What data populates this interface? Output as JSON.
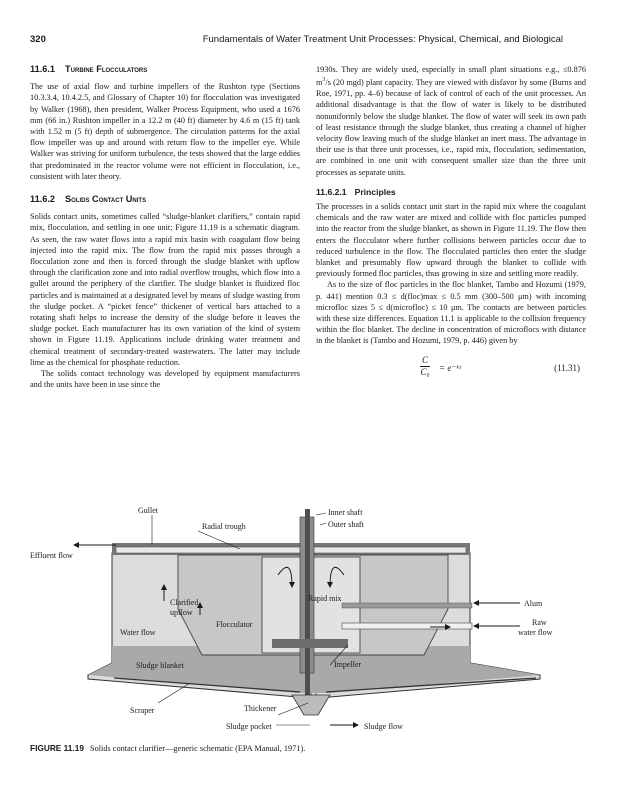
{
  "header": {
    "page_number": "320",
    "running_title": "Fundamentals of Water Treatment Unit Processes: Physical, Chemical, and Biological"
  },
  "section_turbine": {
    "number": "11.6.1",
    "title": "Turbine Flocculators",
    "para1": "The use of axial flow and turbine impellers of the Rushton type (Sections 10.3.3.4, 10.4.2.5, and Glossary of Chapter 10) for flocculation was investigated by Walker (1968), then president, Walker Process Equipment, who used a 1676 mm (66 in.) Rushton impeller in a 12.2 m (40 ft) diameter by 4.6 m (15 ft) tank with 1.52 m (5 ft) depth of submergence. The circulation patterns for the axial flow impeller was up and around with return flow to the impeller eye. While Walker was striving for uniform turbulence, the tests showed that the large eddies that predominated in the reactor volume were not efficient in flocculation, i.e., consistent with later theory."
  },
  "section_solids": {
    "number": "11.6.2",
    "title": "Solids Contact Units",
    "para1": "Solids contact units, sometimes called “sludge-blanket clarifiers,” contain rapid mix, flocculation, and settling in one unit; Figure 11.19 is a schematic diagram. As seen, the raw water flows into a rapid mix basin with coagulant flow being injected into the rapid mix. The flow from the rapid mix passes through a flocculation zone and then is forced through the sludge blanket with upflow through the clarification zone and into radial overflow troughs, which flow into a gullet around the periphery of the clarifier. The sludge blanket is fluidized floc particles and is maintained at a designated level by means of sludge wasting from the sludge pocket. A “picket fence” thickener of vertical bars attached to a rotating shaft helps to increase the density of the sludge before it leaves the sludge pocket. Each manufacturer has its own variation of the kind of system shown in Figure 11.19. Applications include drinking water treatment and chemical treatment of secondary-treated wastewaters. The latter may include lime as the chemical for phosphate reduction.",
    "para2": "The solids contact technology was developed by equipment manufacturers and the units have been in use since the"
  },
  "right_column": {
    "para_cont_pre": "1930s. They are widely used, especially in small plant situations e.g., ≤0.876 m",
    "para_cont_sup": "3",
    "para_cont_post": "/s (20 mgd) plant capacity. They are viewed with disfavor by some (Burns and Roe, 1971, pp. 4–6) because of lack of control of each of the unit processes. An additional disadvantage is that the flow of water is likely to be distributed nonuniformly below the sludge blanket. The flow of water will seek its own path of least resistance through the sludge blanket, thus creating a channel of higher velocity flow leaving much of the sludge blanket an inert mass. The advantage in their use is that three unit processes, i.e., rapid mix, flocculation, sedimentation, are combined in one unit with consequent smaller size than the three unit processes as separate units.",
    "subsection_number": "11.6.2.1",
    "subsection_title": "Principles",
    "para_principles": "The processes in a solids contact unit start in the rapid mix where the coagulant chemicals and the raw water are mixed and collide with floc particles pumped into the reactor from the sludge blanket, as shown in Figure 11.19. The flow then enters the flocculator where further collisions between particles occur due to reduced turbulence in the flow. The flocculated particles then enter the sludge blanket and presumably flow upward through the blanket to collide with previously formed floc particles, thus growing in size and settling more readily.",
    "para_size": "As to the size of floc particles in the floc blanket, Tambo and Hozumi (1979, p. 441) mention 0.3 ≤ d(floc)max ≤ 0.5 mm (300–500 μm) with incoming microfloc sizes 5 ≤ d(microfloc) ≤ 10 μm. The contacts are between particles with these size differences. Equation 11.1 is applicable to the collision frequency within the floc blanket. The decline in concentration of microflocs with distance in the blanket is (Tambo and Hozumi, 1979, p. 446) given by"
  },
  "equation": {
    "numerator": "C",
    "denominator": "C₀",
    "rhs": "= e⁻ᵏᶻ",
    "number": "(11.31)"
  },
  "figure": {
    "labels": {
      "gullet": "Gullet",
      "radial_trough": "Radial trough",
      "inner_shaft": "Inner shaft",
      "outer_shaft": "Outer shaft",
      "effluent_flow": "Effluent flow",
      "clarified_upflow_1": "Clarified",
      "clarified_upflow_2": "upflow",
      "rapid_mix": "Rapid mix",
      "alum": "Alum",
      "raw_1": "Raw",
      "raw_2": "water flow",
      "flocculator": "Flocculator",
      "water_flow": "Water flow",
      "impeller": "Impeller",
      "sludge_blanket": "Sludge blanket",
      "scraper": "Scraper",
      "thickener": "Thickener",
      "sludge_pocket": "Sludge pocket",
      "sludge_flow": "Sludge flow"
    },
    "caption_label": "FIGURE 11.19",
    "caption_text": "Solids contact clarifier—generic schematic (EPA Manual, 1971)."
  }
}
